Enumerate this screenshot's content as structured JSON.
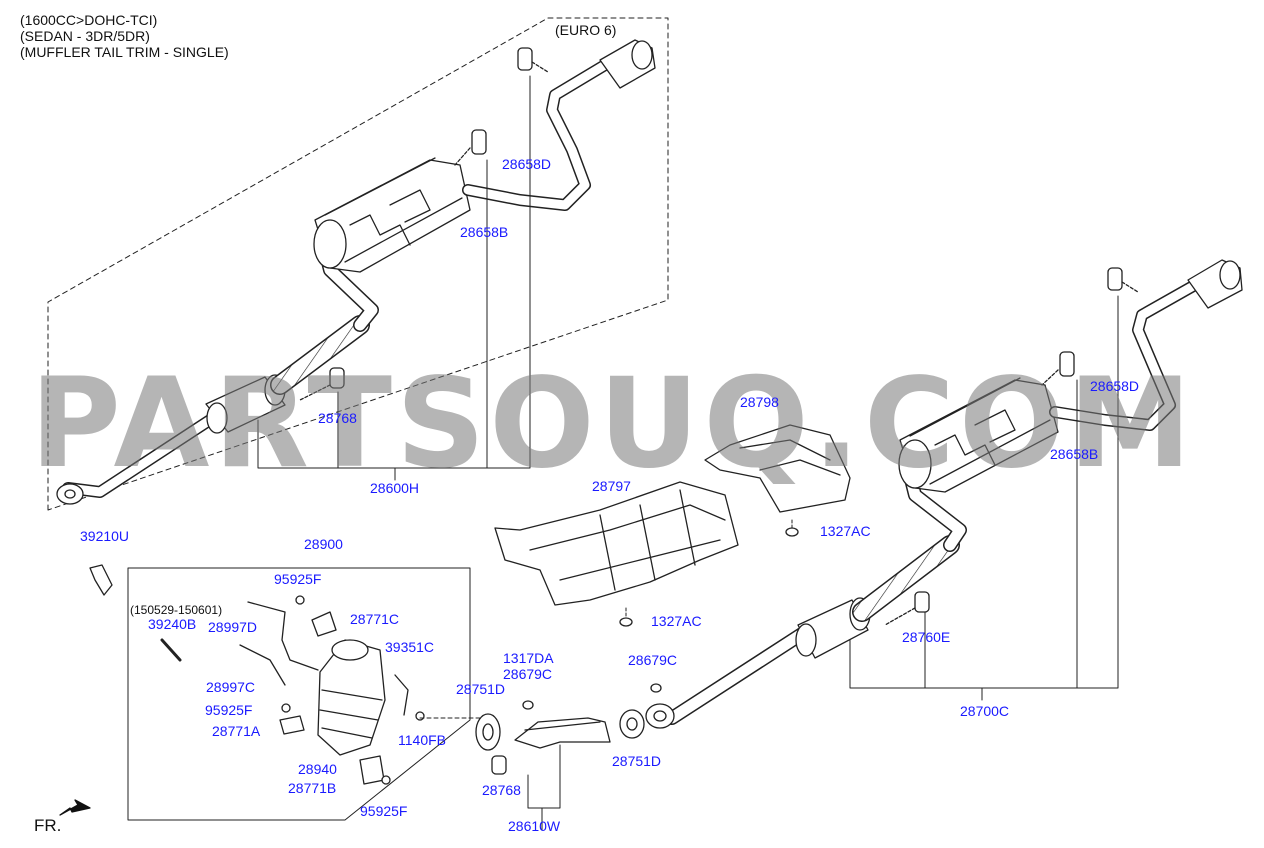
{
  "header": {
    "line1": "(1600CC>DOHC-TCI)",
    "line2": "(SEDAN - 3DR/5DR)",
    "line3": "(MUFFLER TAIL TRIM - SINGLE)"
  },
  "watermark": "PARTSOUQ.COM",
  "orientation_label": "FR.",
  "colors": {
    "part_link": "#1a1aff",
    "text": "#111111",
    "watermark": "#808080"
  },
  "labels": {
    "euro6": "(EURO 6)",
    "p28658D_top": "28658D",
    "p28658B_top": "28658B",
    "p28768_top": "28768",
    "p28600H": "28600H",
    "p28798": "28798",
    "p28658D_right": "28658D",
    "p28658B_right": "28658B",
    "p28797": "28797",
    "p1327AC_a": "1327AC",
    "p1327AC_b": "1327AC",
    "p28760E": "28760E",
    "p28700C": "28700C",
    "p39210U": "39210U",
    "p28900": "28900",
    "p95925F_a": "95925F",
    "range": "(150529-150601)",
    "p39240B": "39240B",
    "p28997D": "28997D",
    "p28771C": "28771C",
    "p39351C": "39351C",
    "p28997C": "28997C",
    "p95925F_b": "95925F",
    "p28771A": "28771A",
    "p1140FB": "1140FB",
    "p28940": "28940",
    "p28771B": "28771B",
    "p95925F_c": "95925F",
    "p1317DA": "1317DA",
    "p28679C_a": "28679C",
    "p28751D_a": "28751D",
    "p28679C_b": "28679C",
    "p28768_bottom": "28768",
    "p28751D_b": "28751D",
    "p28610W": "28610W"
  }
}
